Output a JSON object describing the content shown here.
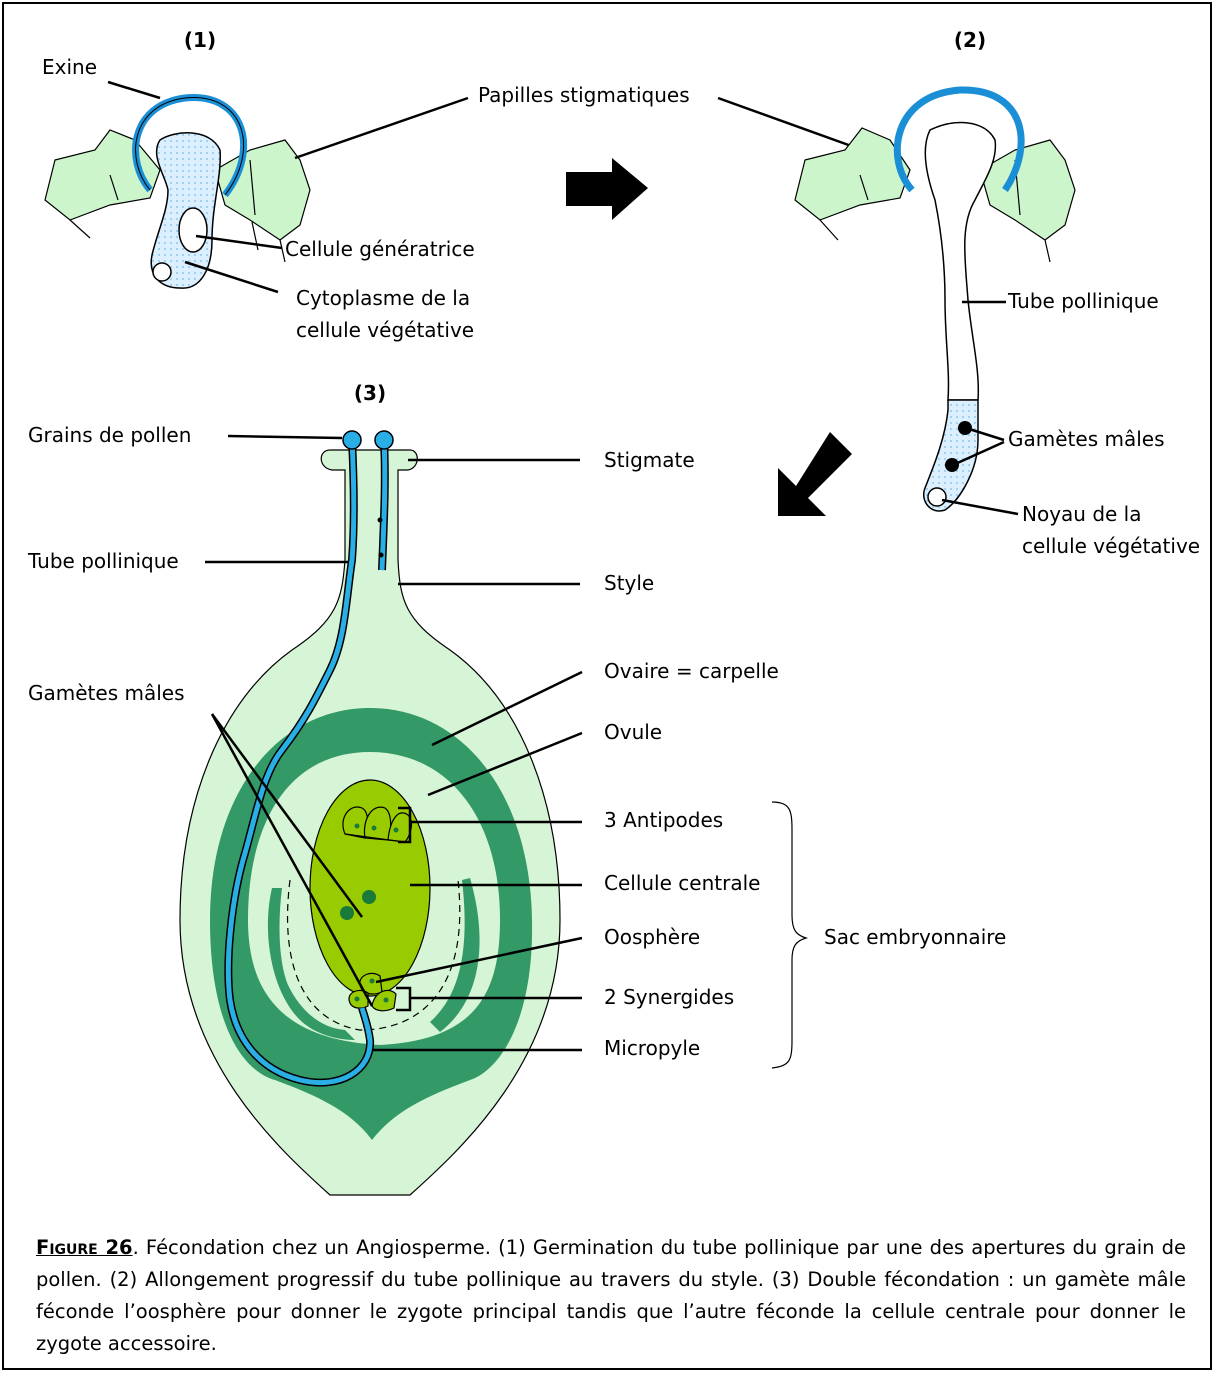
{
  "panels": {
    "p1": "(1)",
    "p2": "(2)",
    "p3": "(3)"
  },
  "labels": {
    "exine": "Exine",
    "papilles": "Papilles stigmatiques",
    "cellule_generatrice": "Cellule génératrice",
    "cytoplasme_line1": "Cytoplasme de la",
    "cytoplasme_line2": "cellule végétative",
    "tube_pollinique_2": "Tube pollinique",
    "gametes_males_2": "Gamètes mâles",
    "noyau_line1": "Noyau de la",
    "noyau_line2": "cellule végétative",
    "grains_pollen": "Grains de pollen",
    "stigmate": "Stigmate",
    "tube_pollinique_3": "Tube pollinique",
    "style": "Style",
    "ovaire": "Ovaire = carpelle",
    "ovule": "Ovule",
    "gametes_males_3": "Gamètes mâles",
    "antipodes": "3 Antipodes",
    "cellule_centrale": "Cellule centrale",
    "oosphere": "Oosphère",
    "synergides": "2 Synergides",
    "micropyle": "Micropyle",
    "sac_embryonnaire": "Sac embryonnaire"
  },
  "caption": {
    "figure": "Figure 26",
    "text": ". Fécondation chez un Angiosperme. (1) Germination du tube pollinique par une des apertures du grain de pollen. (2) Allongement progressif du tube pollinique au travers du style. (3) Double fécondation : un gamète mâle féconde l’oosphère pour donner le zygote principal tandis que l’autre féconde la cellule centrale pour donner le zygote accessoire."
  },
  "colors": {
    "tissue": "#d6f5d6",
    "papille": "#ccf5cc",
    "ovary": "#339966",
    "sac": "#99cc00",
    "pollen_blue": "#29aee6",
    "cytoplasm": "#cfe8f8"
  }
}
